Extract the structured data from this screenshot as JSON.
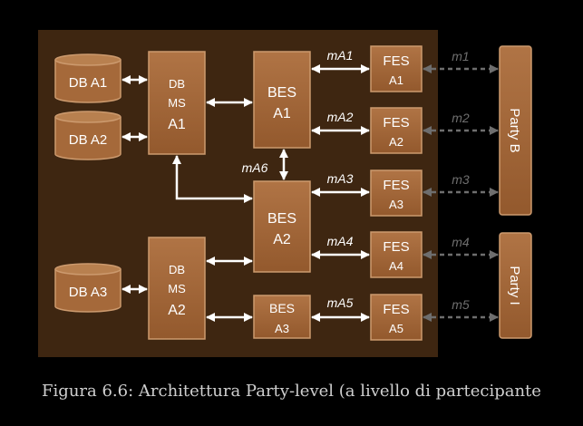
{
  "diagram": {
    "databases": {
      "db_a1": "DB A1",
      "db_a2": "DB A2",
      "db_a3": "DB A3"
    },
    "dbms": {
      "a1": [
        "DB",
        "MS",
        "A1"
      ],
      "a2": [
        "DB",
        "MS",
        "A2"
      ]
    },
    "bes": {
      "a1": [
        "BES",
        "A1"
      ],
      "a2": [
        "BES",
        "A2"
      ],
      "a3": [
        "BES",
        "A3"
      ]
    },
    "fes": {
      "a1": [
        "FES",
        "A1"
      ],
      "a2": [
        "FES",
        "A2"
      ],
      "a3": [
        "FES",
        "A3"
      ],
      "a4": [
        "FES",
        "A4"
      ],
      "a5": [
        "FES",
        "A5"
      ]
    },
    "link_labels": {
      "ma1": "mA1",
      "ma2": "mA2",
      "ma3": "mA3",
      "ma4": "mA4",
      "ma5": "mA5",
      "ma6": "mA6"
    },
    "message_labels": {
      "m1": "m1",
      "m2": "m2",
      "m3": "m3",
      "m4": "m4",
      "m5": "m5"
    },
    "parties": {
      "party_b": "Party B",
      "party_i": "Party I"
    },
    "colors": {
      "background": "#000000",
      "panel": "#3e2611",
      "box_fill": "#a5693a",
      "box_border": "#cc9a6e",
      "text": "#ffffff",
      "arrow": "#ffffff",
      "dashed_arrow": "#7a7a7a"
    }
  },
  "caption": "Figura 6.6: Architettura Party-level (a livello di partecipante"
}
